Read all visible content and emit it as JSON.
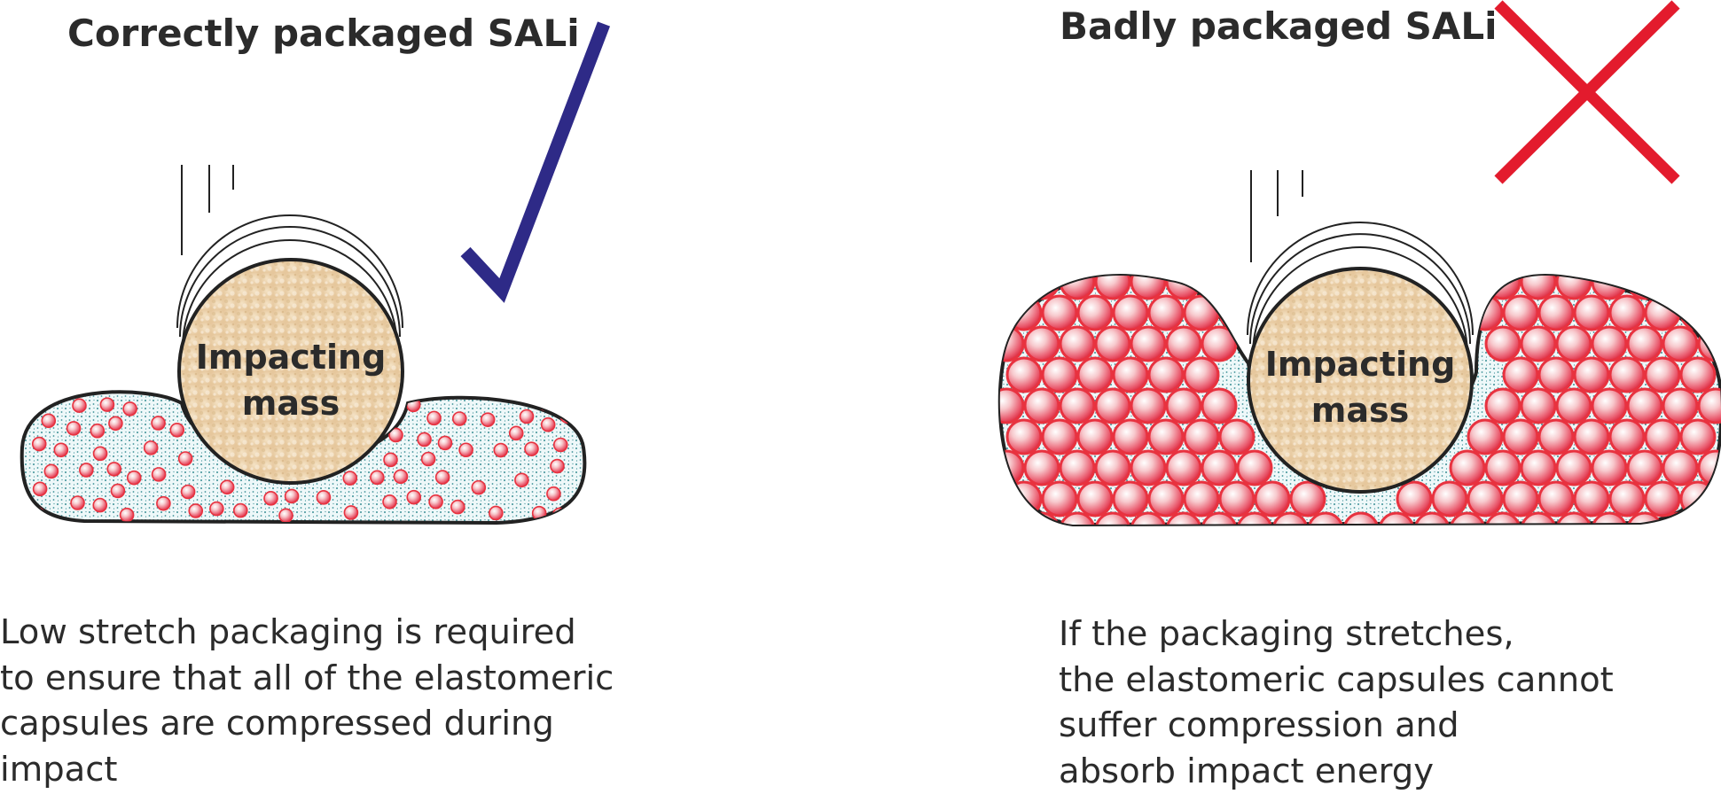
{
  "left_panel": {
    "title": "Correctly packaged SALi",
    "mass_label": [
      "Impacting",
      "mass"
    ],
    "mark_icon": "checkmark-icon",
    "caption": [
      "Low stretch packaging is required",
      "to ensure that all of the elastomeric",
      "capsules are compressed during",
      "impact"
    ]
  },
  "right_panel": {
    "title": "Badly packaged SALi",
    "mass_label": [
      "Impacting",
      "mass"
    ],
    "mark_icon": "cross-icon",
    "caption": [
      "If the packaging stretches,",
      "the elastomeric capsules cannot",
      "suffer compression and",
      "absorb impact energy"
    ]
  },
  "colors": {
    "text": "#2b2b2b",
    "check": "#2e2a87",
    "cross": "#e31b2d",
    "capsule": "#e8323f",
    "fill_dots": "#3a8f95",
    "mass": "#ecd3ab",
    "outline": "#222222"
  }
}
